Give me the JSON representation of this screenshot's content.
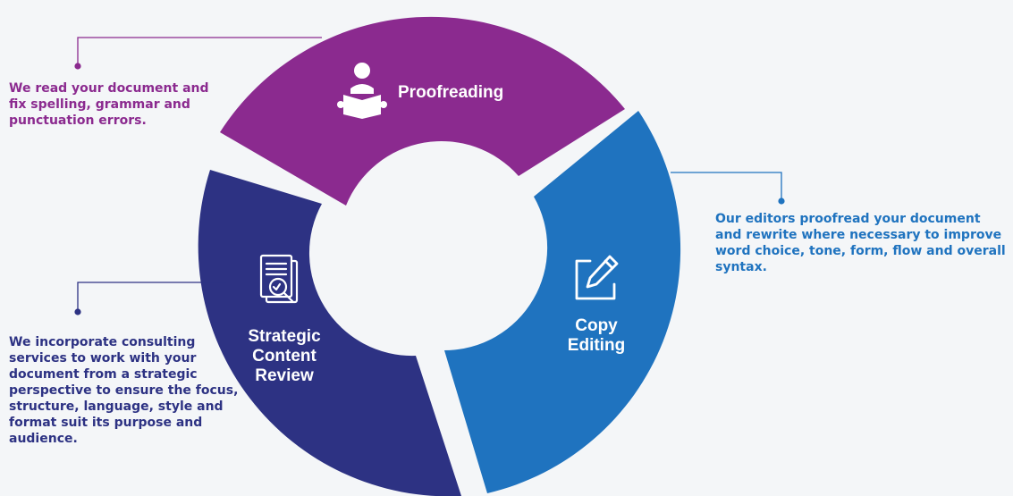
{
  "colors": {
    "background": "#f4f6f8",
    "proofreading": "#8b2a8f",
    "copy_editing": "#1f73bf",
    "strategic": "#2d3283"
  },
  "segments": {
    "proofreading": {
      "label": "Proofreading",
      "icon": "reader-icon",
      "description": "We read your document and fix spelling, grammar and punctuation errors."
    },
    "copy_editing": {
      "label_line1": "Copy",
      "label_line2": "Editing",
      "icon": "pencil-edit-icon",
      "description": "Our editors proofread your document and rewrite where necessary to improve word choice, tone, form, flow and overall syntax."
    },
    "strategic": {
      "label_line1": "Strategic",
      "label_line2": "Content",
      "label_line3": "Review",
      "icon": "document-review-icon",
      "description": "We incorporate consulting services to work with your document from a strategic perspective to ensure the focus, structure, language, style and format suit its purpose and audience."
    }
  }
}
